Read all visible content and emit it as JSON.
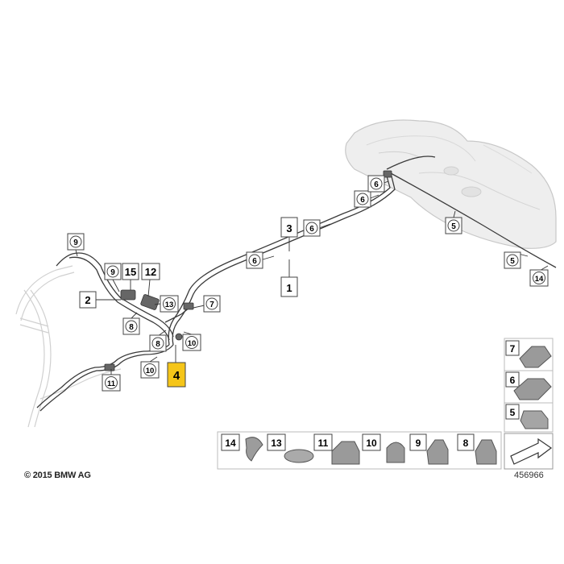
{
  "diagram": {
    "copyright": "© 2015 BMW AG",
    "image_number": "456966",
    "highlight_color": "#f5c518",
    "callouts": {
      "c9a": "9",
      "c9b": "9",
      "c15": "15",
      "c12": "12",
      "c2": "2",
      "c13": "13",
      "c8a": "8",
      "c8b": "8",
      "c10a": "10",
      "c10b": "10",
      "c11": "11",
      "c4": "4",
      "c7": "7",
      "c6a": "6",
      "c6b": "6",
      "c6c": "6",
      "c6d": "6",
      "c3": "3",
      "c1": "1",
      "c5a": "5",
      "c5b": "5",
      "c14": "14"
    },
    "legend_side": [
      "7",
      "6",
      "5"
    ],
    "legend_bottom": [
      "14",
      "13",
      "11",
      "10",
      "9",
      "8"
    ]
  }
}
